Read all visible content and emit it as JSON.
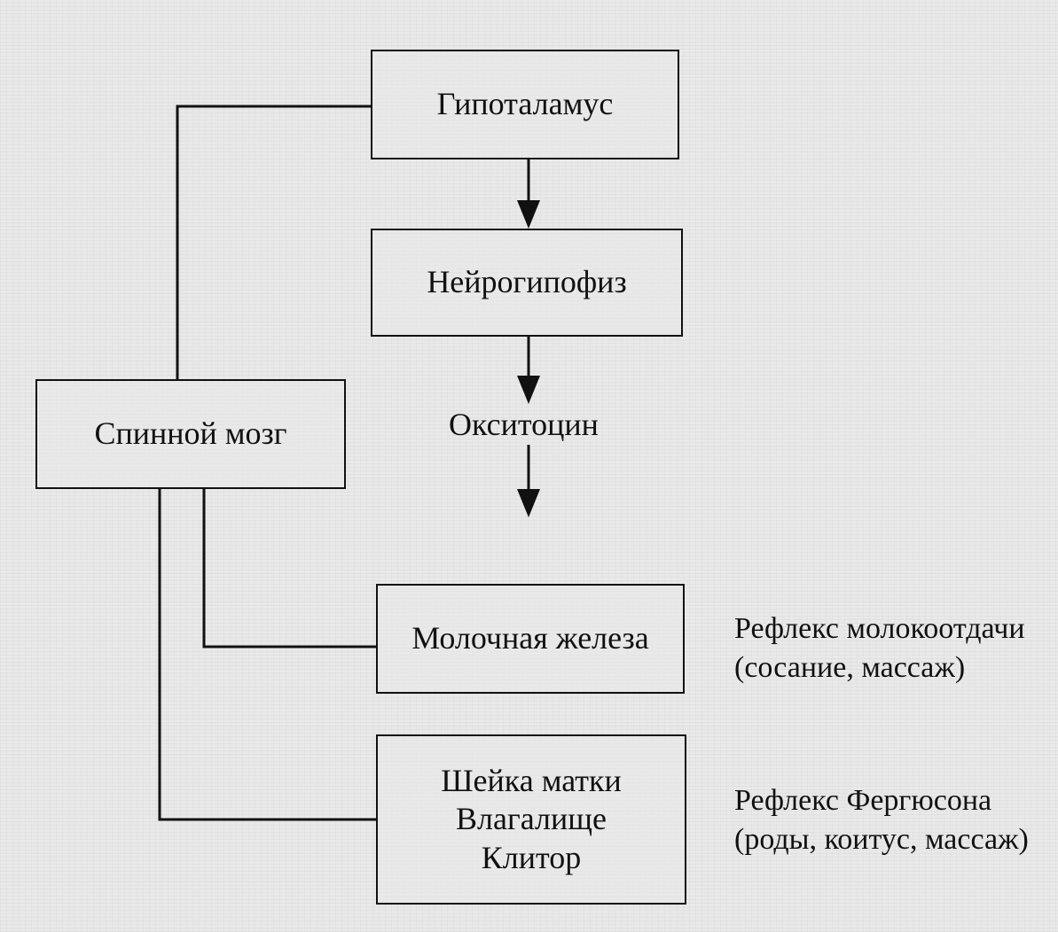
{
  "nodes": {
    "hypothalamus": "Гипоталамус",
    "neurohypophysis": "Нейрогипофиз",
    "oxytocin": "Окситоцин",
    "spinal_cord": "Спинной мозг",
    "mammary_gland": "Молочная железа",
    "genital_targets": [
      "Шейка матки",
      "Влагалище",
      "Клитор"
    ]
  },
  "annotations": {
    "milk_ejection_reflex": {
      "line1": "Рефлекс молокоотдачи",
      "line2": "(сосание, массаж)"
    },
    "ferguson_reflex": {
      "line1": "Рефлекс Фергюсона",
      "line2": "(роды, коитус, массаж)"
    }
  },
  "colors": {
    "background": "#e9e9e9",
    "ink": "#111111"
  }
}
